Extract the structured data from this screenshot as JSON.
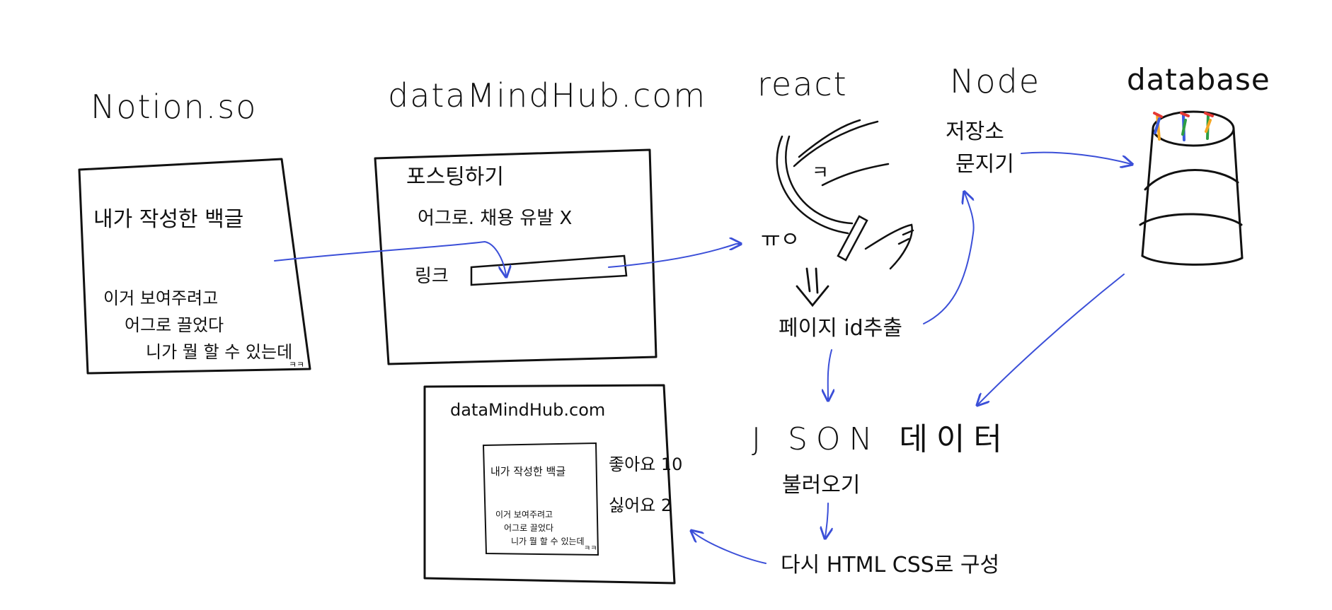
{
  "nodes": {
    "notion": {
      "title": "Notion.so",
      "card_heading": "내가 작성한 백글",
      "card_line1": "이거 보여주려고",
      "card_line2": "어그로 끌었다",
      "card_line3": "니가 뭘 할 수 있는데",
      "card_laugh": "ㅋㅋ"
    },
    "site": {
      "title": "dataMindHub.com",
      "posting": "포스팅하기",
      "warning": "어그로. 채용 유발 X",
      "link_label": "링크"
    },
    "react": {
      "title": "react",
      "sword_mark": "ㅋ",
      "graffiti": "ㅠㅇ",
      "step_label": "페이지 id추출"
    },
    "node": {
      "title": "Node",
      "line1": "저장소",
      "line2": "문지기"
    },
    "database": {
      "title": "database"
    },
    "json": {
      "line1": "J SON 데이터",
      "line2": "불러오기"
    },
    "rebuild": {
      "label": "다시 HTML CSS로 구성"
    },
    "result": {
      "title": "dataMindHub.com",
      "inner_heading": "내가 작성한 백글",
      "inner_line1": "이거 보여주려고",
      "inner_line2": "어그로 끌었다",
      "inner_line3": "니가 뭘 할 수 있는데",
      "inner_laugh": "ㅋㅋ",
      "likes": "좋아요 10",
      "dislikes": "싫어요  2"
    }
  },
  "colors": {
    "ink": "#111111",
    "arrow": "#3b4fd8",
    "flag_red": "#e53935",
    "flag_orange": "#f5a623",
    "flag_blue": "#3b5bdb",
    "flag_green": "#2e9e44"
  },
  "icons": [
    "sword-icon",
    "database-cylinder-icon",
    "flag-icon"
  ]
}
